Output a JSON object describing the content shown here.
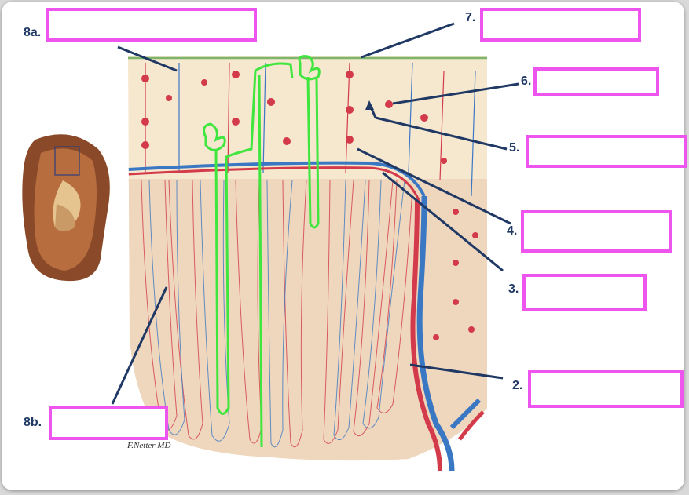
{
  "labels": {
    "l8a_top": "8a.",
    "l7": "7.",
    "l6": "6.",
    "l5": "5.",
    "l4": "4.",
    "l3": "3.",
    "l2": "2.",
    "l8b": "8b."
  },
  "signature": "F.Netter MD",
  "colors": {
    "answer_box": "#ee55ee",
    "label_text": "#1f3864",
    "leader_line": "#1f3864",
    "artery": "#d33a4a",
    "vein": "#3b78c4",
    "nephron": "#3ee63e",
    "cortex": "#f6e7cf",
    "capsule": "#7db56a"
  }
}
